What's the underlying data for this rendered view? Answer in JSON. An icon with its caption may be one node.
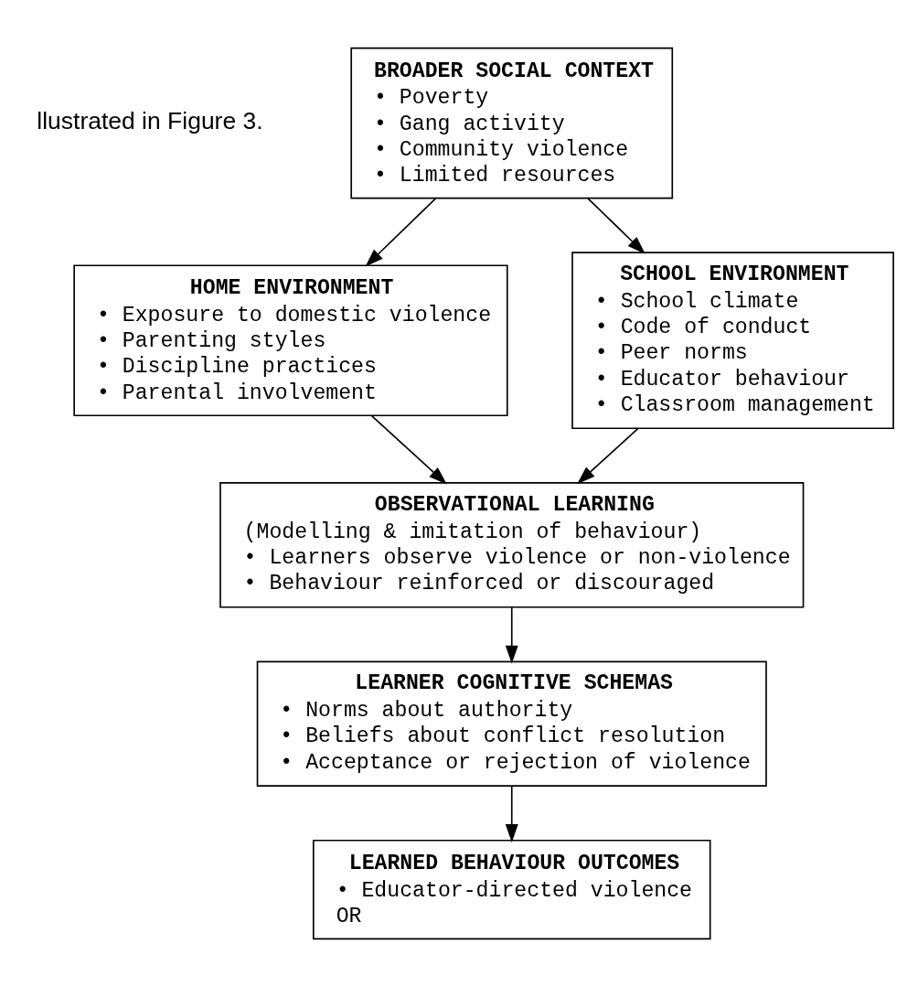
{
  "diagram": {
    "nodes": [
      {
        "text": [
          "BROADER SOCIAL CONTEXT",
          "• Poverty",
          "• Gang activity",
          "• Community violence",
          "• Limited resources"
        ]
      },
      {
        "text": [
          "HOME ENVIRONMENT",
          "• Exposure to domestic violence",
          "• Parenting styles",
          "• Discipline practices",
          "• Parental involvement"
        ]
      },
      {
        "text": [
          "SCHOOL ENVIRONMENT",
          "• School climate",
          "• Code of conduct",
          "• Peer norms",
          "• Educator behaviour",
          "• Classroom management"
        ]
      },
      {
        "text": [
          "OBSERVATIONAL LEARNING",
          "(Modelling & imitation of behaviour)",
          "• Learners observe violence or non-violence",
          "• Behaviour reinforced or discouraged"
        ]
      },
      {
        "text": [
          "LEARNER COGNITIVE SCHEMAS",
          "• Norms about authority",
          "• Beliefs about conflict resolution",
          "• Acceptance or rejection of violence"
        ]
      },
      {
        "text": [
          "LEARNED BEHAVIOUR OUTCOMES",
          "• Educator-directed violence",
          "OR"
        ]
      }
    ],
    "edges": [
      {
        "from": 0,
        "to": 1,
        "arrow": "to"
      },
      {
        "from": 0,
        "to": 2,
        "arrow": "to"
      },
      {
        "from": 1,
        "to": 3,
        "arrow": "to"
      },
      {
        "from": 2,
        "to": 3,
        "arrow": "to"
      },
      {
        "from": 3,
        "to": 4,
        "arrow": "to"
      },
      {
        "from": 4,
        "to": 5,
        "arrow": "to"
      }
    ],
    "labels": [
      "llustrated in Figure 3."
    ]
  }
}
